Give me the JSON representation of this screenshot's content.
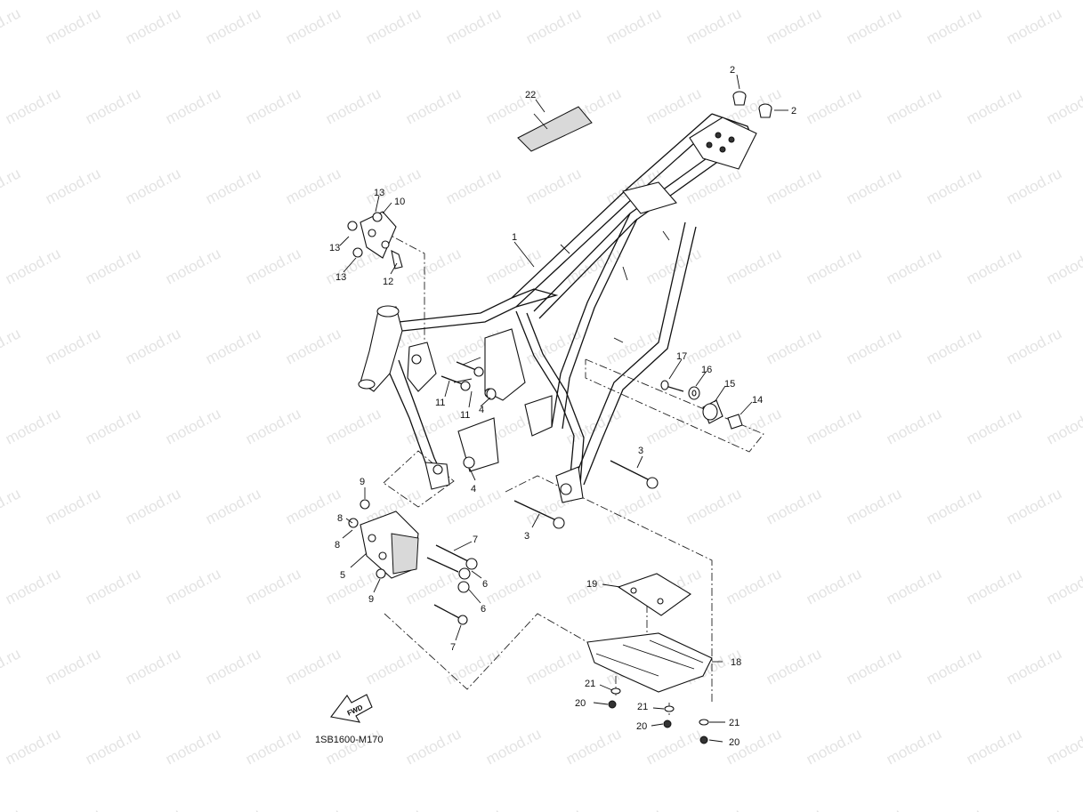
{
  "watermark": {
    "text": "motod.ru",
    "color": "#e3e3e3"
  },
  "diagram": {
    "code": "1SB1600-M170",
    "fwd_label": "FWD",
    "callouts": [
      {
        "id": "c1",
        "label": "1"
      },
      {
        "id": "c2a",
        "label": "2"
      },
      {
        "id": "c2b",
        "label": "2"
      },
      {
        "id": "c3a",
        "label": "3"
      },
      {
        "id": "c3b",
        "label": "3"
      },
      {
        "id": "c4a",
        "label": "4"
      },
      {
        "id": "c4b",
        "label": "4"
      },
      {
        "id": "c5",
        "label": "5"
      },
      {
        "id": "c6a",
        "label": "6"
      },
      {
        "id": "c6b",
        "label": "6"
      },
      {
        "id": "c7a",
        "label": "7"
      },
      {
        "id": "c7b",
        "label": "7"
      },
      {
        "id": "c8a",
        "label": "8"
      },
      {
        "id": "c8b",
        "label": "8"
      },
      {
        "id": "c9a",
        "label": "9"
      },
      {
        "id": "c9b",
        "label": "9"
      },
      {
        "id": "c10",
        "label": "10"
      },
      {
        "id": "c11a",
        "label": "11"
      },
      {
        "id": "c11b",
        "label": "11"
      },
      {
        "id": "c12",
        "label": "12"
      },
      {
        "id": "c13a",
        "label": "13"
      },
      {
        "id": "c13b",
        "label": "13"
      },
      {
        "id": "c13c",
        "label": "13"
      },
      {
        "id": "c14",
        "label": "14"
      },
      {
        "id": "c15",
        "label": "15"
      },
      {
        "id": "c16",
        "label": "16"
      },
      {
        "id": "c17",
        "label": "17"
      },
      {
        "id": "c18",
        "label": "18"
      },
      {
        "id": "c19",
        "label": "19"
      },
      {
        "id": "c20a",
        "label": "20"
      },
      {
        "id": "c20b",
        "label": "20"
      },
      {
        "id": "c20c",
        "label": "20"
      },
      {
        "id": "c21a",
        "label": "21"
      },
      {
        "id": "c21b",
        "label": "21"
      },
      {
        "id": "c21c",
        "label": "21"
      },
      {
        "id": "c22",
        "label": "22"
      }
    ]
  }
}
